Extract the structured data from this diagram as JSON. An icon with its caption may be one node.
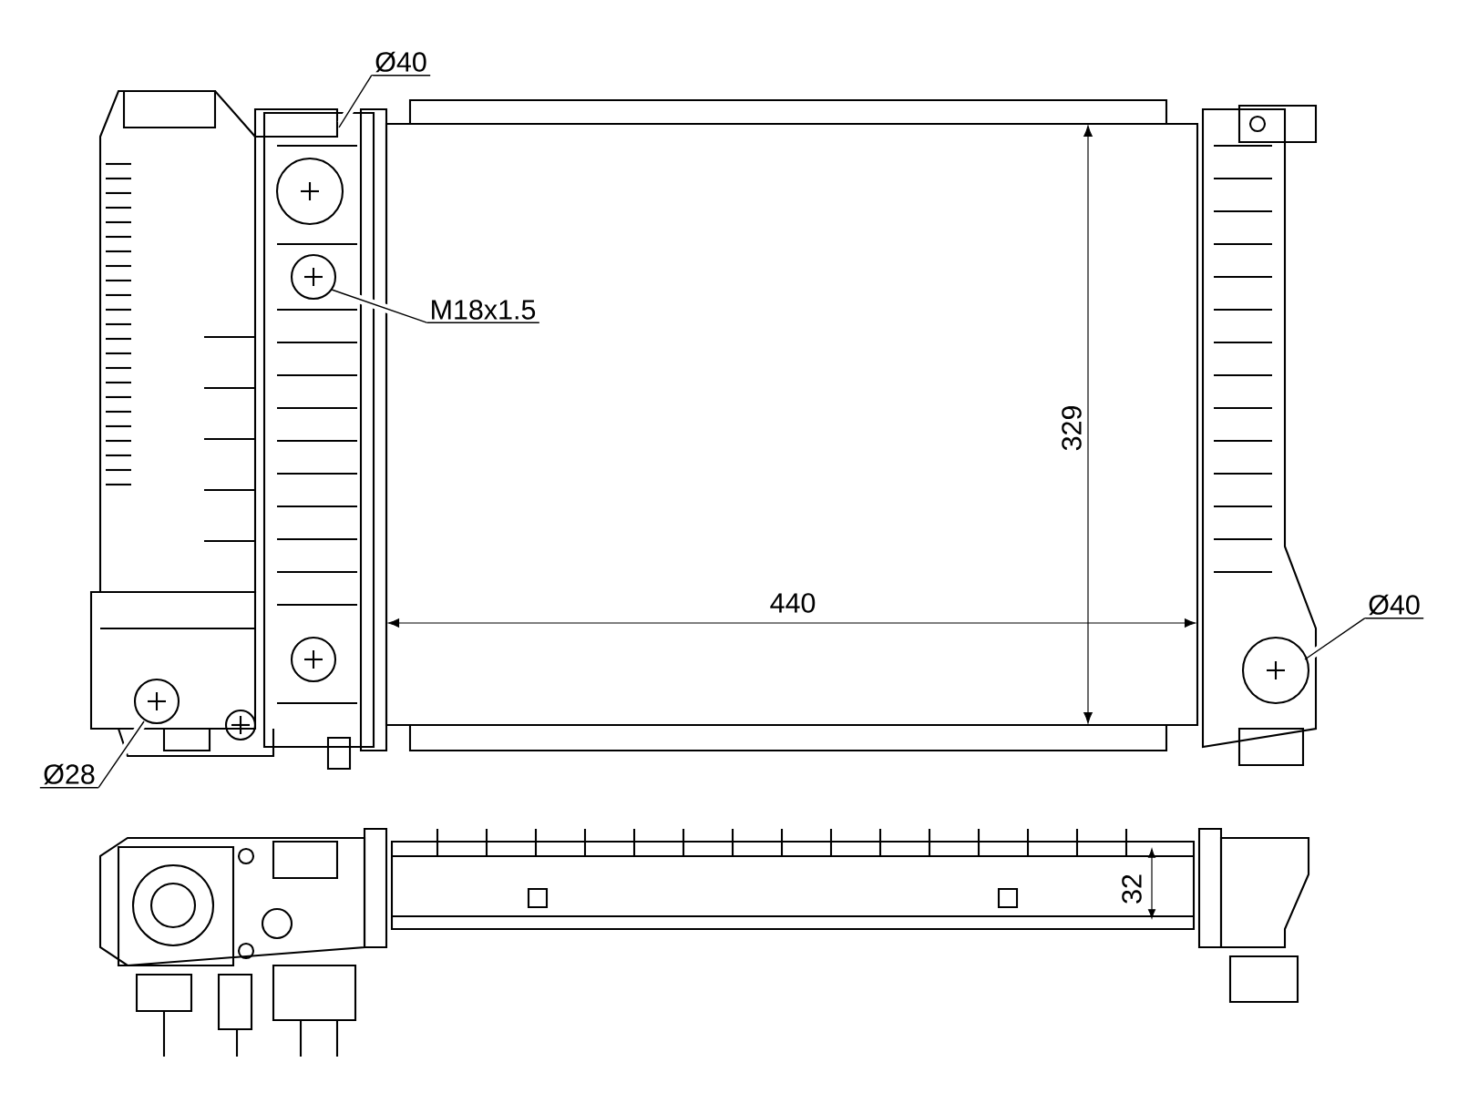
{
  "diagram": {
    "nodes": [
      {
        "text": [
          "Ø40"
        ]
      },
      {
        "text": [
          "M18x1.5"
        ]
      },
      {
        "text": [
          "Ø40"
        ]
      },
      {
        "text": [
          "Ø28"
        ]
      }
    ],
    "edges": [
      {
        "from": 0,
        "to": null,
        "arrow": "none"
      },
      {
        "from": 1,
        "to": null,
        "arrow": "none"
      },
      {
        "from": 2,
        "to": null,
        "arrow": "none"
      },
      {
        "from": 3,
        "to": null,
        "arrow": "none"
      }
    ],
    "labels": [
      "329",
      "440",
      "32"
    ]
  }
}
